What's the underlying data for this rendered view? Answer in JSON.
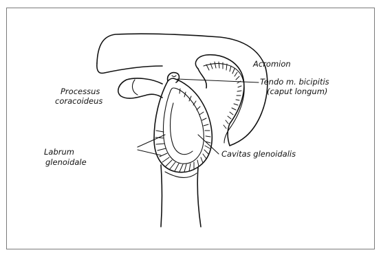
{
  "labels": {
    "acromion": "Acromion",
    "tendon_line1": "Tendo m. bicipitis",
    "tendon_line2": "(caput longum)",
    "coracoid_line1": "Processus",
    "coracoid_line2": "coracoideus",
    "labrum_line1": "Labrum",
    "labrum_line2": "glenoidale",
    "cavitas": "Cavitas glenoidalis"
  },
  "colors": {
    "ink": "#111111",
    "frame": "#7a7a7a",
    "background": "#ffffff"
  }
}
